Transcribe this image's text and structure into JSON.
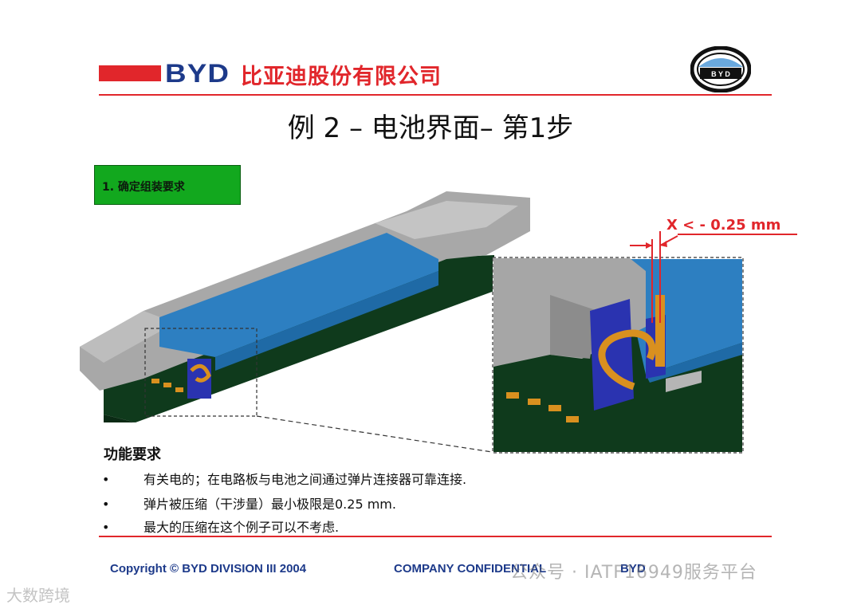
{
  "header": {
    "brand": "BYD",
    "company": "比亚迪股份有限公司",
    "emblem_text": "B Y D"
  },
  "title": "例 2 – 电池界面– 第1步",
  "step": {
    "label": "1. 确定组装要求"
  },
  "diagram": {
    "dimension_label": "X < - 0.25 mm",
    "colors": {
      "housing": "#9a9a9a",
      "battery": "#2d7fc1",
      "pcb": "#0f3a1c",
      "contact": "#d9901f",
      "insulator": "#2a33b0",
      "red": "#e1262b"
    }
  },
  "requirements": {
    "title": "功能要求",
    "bullet": "•",
    "items": [
      "有关电的；在电路板与电池之间通过弹片连接器可靠连接.",
      "弹片被压缩（干涉量）最小极限是0.25 mm.",
      "最大的压缩在这个例子可以不考虑."
    ]
  },
  "footer": {
    "copyright": "Copyright © BYD  DIVISION III 2004",
    "confidential": "COMPANY CONFIDENTIAL",
    "right": "BYD"
  },
  "watermarks": {
    "wechat": "公众号 · IATF16949服务平台",
    "corner": "大数跨境"
  }
}
